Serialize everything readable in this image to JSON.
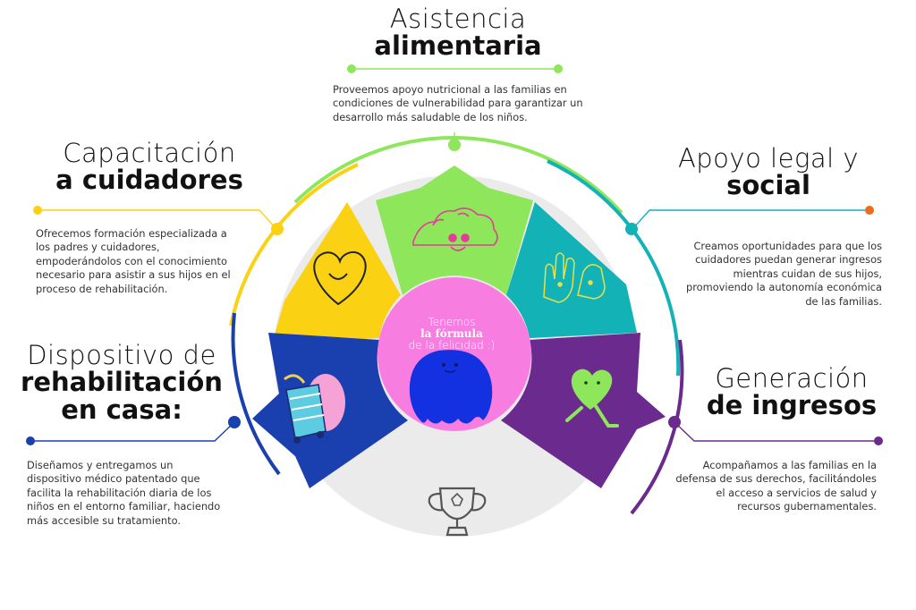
{
  "sections": [
    {
      "id": "alimentaria",
      "title_light": "Asistencia",
      "title_bold": "alimentaria",
      "color": "#8ee65a",
      "description": "Proveemos apoyo nutricional a las familias en condiciones de vulnerabilidad para garantizar un desarrollo más saludable de los niños."
    },
    {
      "id": "cuidadores",
      "title_light": "Capacitación",
      "title_bold": "a cuidadores",
      "color": "#fbd114",
      "description": "Ofrecemos formación especializada a los padres y cuidadores, empoderándolos con el conocimiento necesario para asistir a sus hijos en el proceso de rehabilitación."
    },
    {
      "id": "legal",
      "title_light": "Apoyo legal y",
      "title_bold": "social",
      "color": "#13b2b7",
      "description": "Creamos oportunidades para que los cuidadores puedan generar ingresos mientras cuidan de sus hijos, promoviendo la autonomía económica de las familias."
    },
    {
      "id": "dispositivo",
      "title_light": "Dispositivo de",
      "title_bold": "rehabilitación en casa:",
      "color": "#1a3fae",
      "description": "Diseñamos y entregamos un dispositivo médico patentado que facilita la rehabilitación diaria de los niños en el entorno familiar, haciendo más accesible su tratamiento."
    },
    {
      "id": "ingresos",
      "title_light": "Generación",
      "title_bold": "de ingresos",
      "color": "#6a2a8e",
      "description": "Acompañamos a las familias en la defensa de sus derechos, facilitándoles el acceso a servicios de salud y recursos gubernamentales."
    }
  ],
  "center": {
    "line1": "Tenemos",
    "line2": "la fórmula",
    "line3": "de la felicidad :)",
    "color": "#f77ee0",
    "blob_color": "#1331e0"
  },
  "bottom": {
    "icon": "trophy-icon",
    "color": "#ebebeb"
  },
  "icons": {
    "alimentaria": "smiling-cloud-icon",
    "cuidadores": "heart-icon",
    "legal": "hands-icon",
    "dispositivo": "rehab-device-icon",
    "ingresos": "running-heart-icon"
  },
  "connector_colors": {
    "alimentaria": "#8ee65a",
    "cuidadores": "#fbd114",
    "legal": "#13b2b7",
    "dispositivo": "#1a3fae",
    "ingresos": "#6a2a8e",
    "legal_dot": "#ee6a1f"
  }
}
